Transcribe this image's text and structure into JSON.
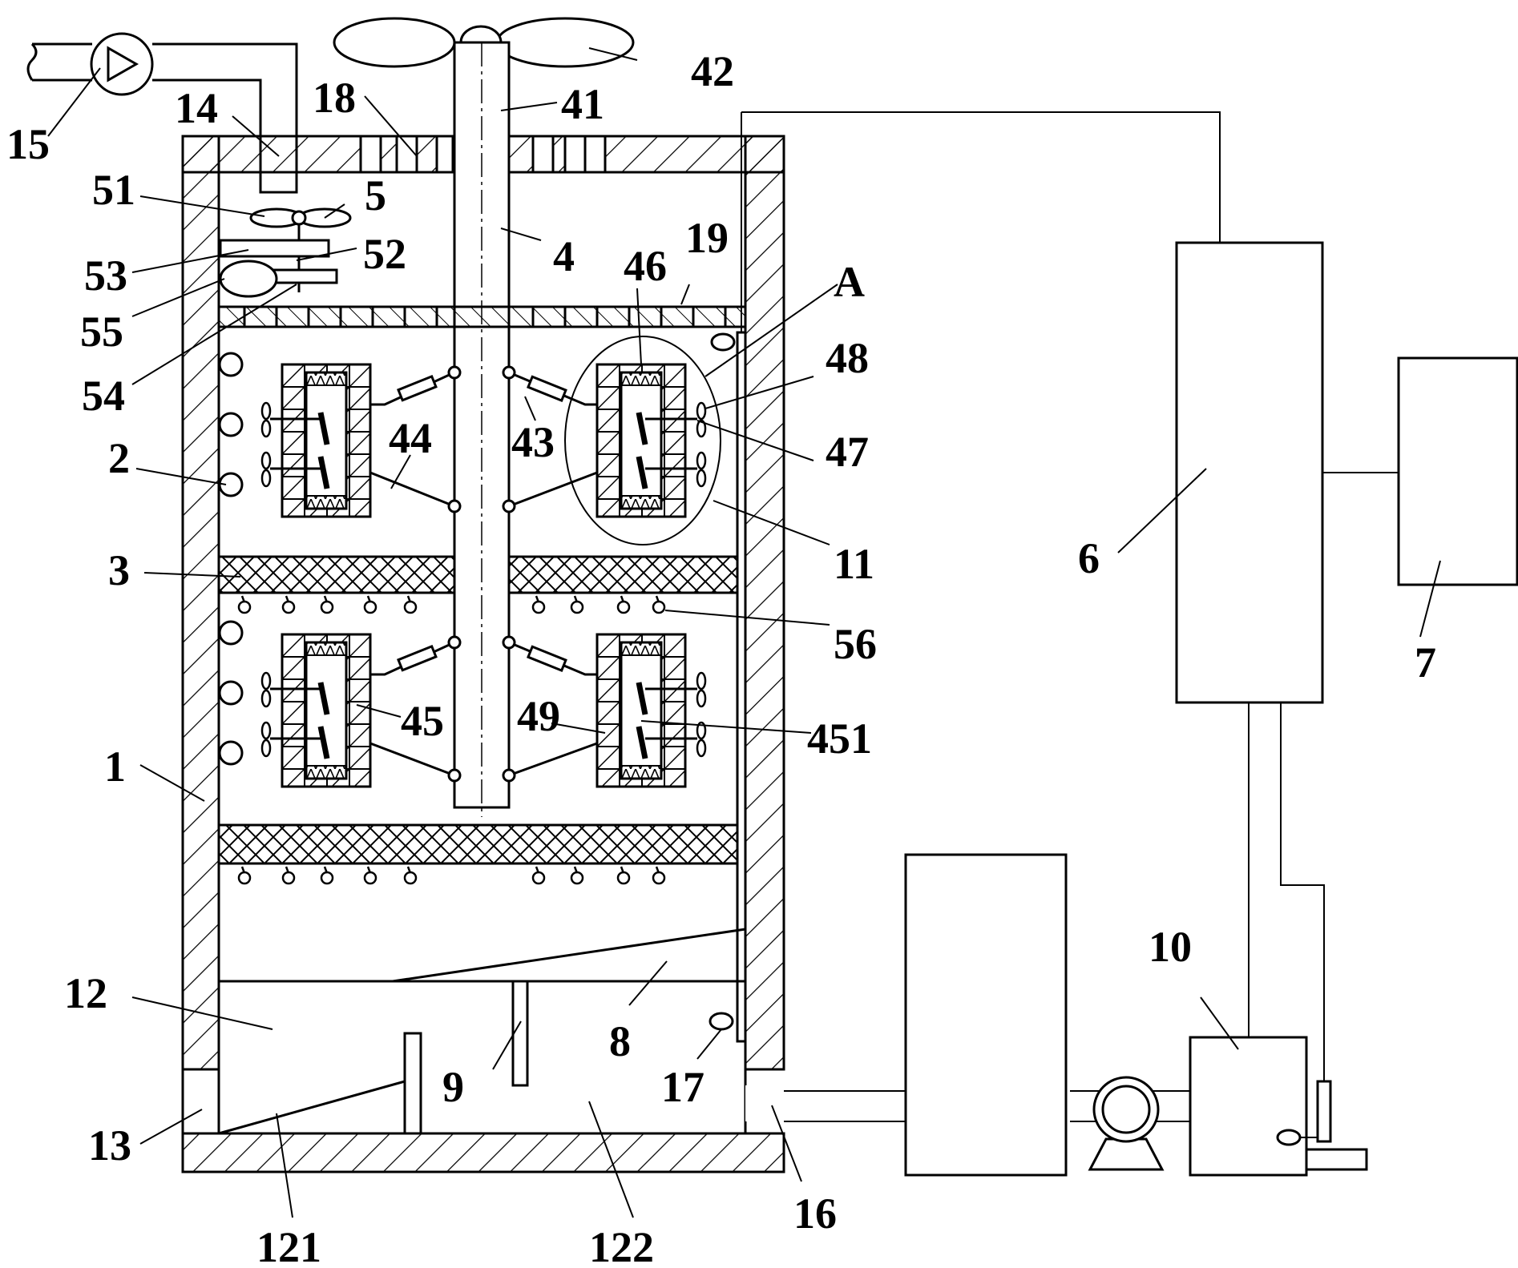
{
  "figure": {
    "labels": [
      "1",
      "2",
      "3",
      "4",
      "5",
      "6",
      "7",
      "8",
      "9",
      "10",
      "11",
      "12",
      "13",
      "14",
      "15",
      "16",
      "17",
      "18",
      "19",
      "41",
      "42",
      "43",
      "44",
      "45",
      "46",
      "47",
      "48",
      "49",
      "51",
      "52",
      "53",
      "54",
      "55",
      "56",
      "121",
      "122",
      "451",
      "A"
    ]
  },
  "colors": {
    "line": "#000000",
    "background": "#ffffff"
  }
}
